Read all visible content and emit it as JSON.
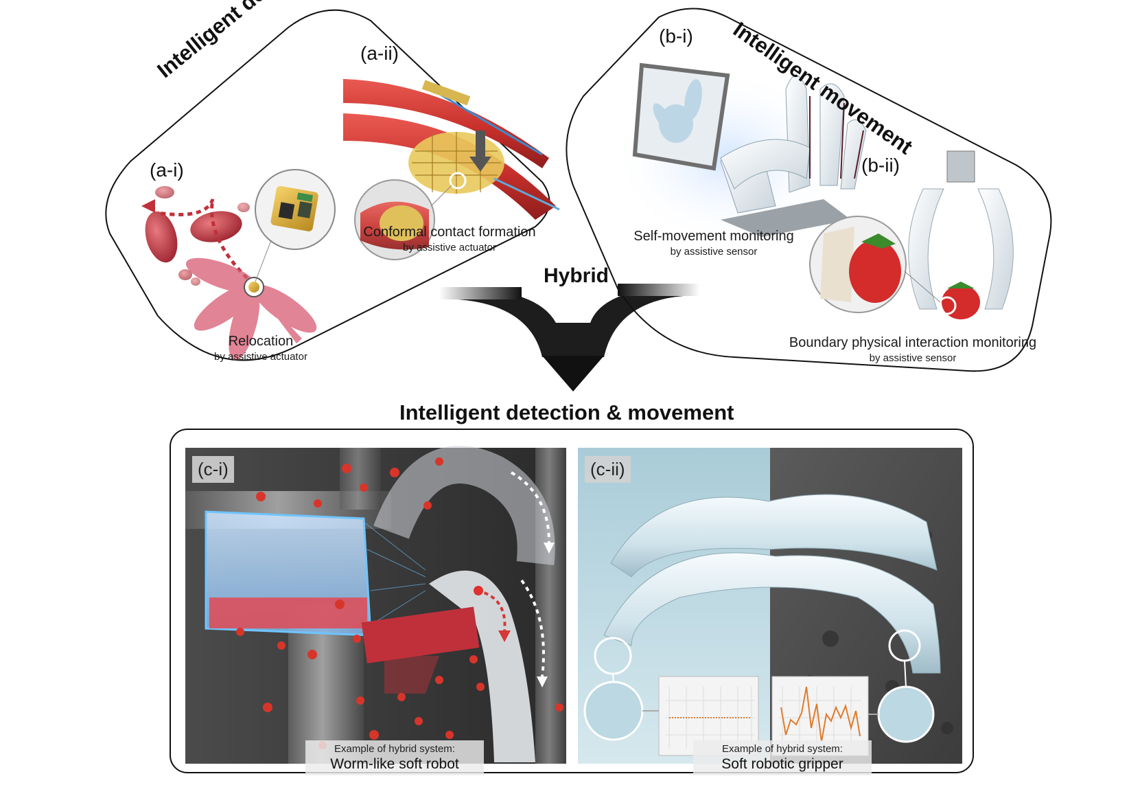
{
  "detection": {
    "title": "Intelligent detection",
    "a_i": {
      "label": "(a-i)",
      "caption": "Relocation",
      "sub": "by assistive actuator"
    },
    "a_ii": {
      "label": "(a-ii)",
      "caption": "Conformal contact formation",
      "sub": "by assistive actuator"
    }
  },
  "movement": {
    "title": "Intelligent movement",
    "b_i": {
      "label": "(b-i)",
      "caption": "Self-movement monitoring",
      "sub": "by assistive sensor"
    },
    "b_ii": {
      "label": "(b-ii)",
      "caption": "Boundary physical interaction monitoring",
      "sub": "by assistive sensor"
    }
  },
  "hybrid_label": "Hybrid",
  "combined_title": "Intelligent detection & movement",
  "c_i": {
    "label": "(c-i)",
    "example": "Example of hybrid system:",
    "name": "Worm-like soft robot"
  },
  "c_ii": {
    "label": "(c-ii)",
    "example": "Example of hybrid system:",
    "name": "Soft robotic gripper"
  },
  "colors": {
    "red": "#c0303a",
    "blood": "#b8323f",
    "arrow": "#111111",
    "chart_line": "#e07b2a"
  }
}
